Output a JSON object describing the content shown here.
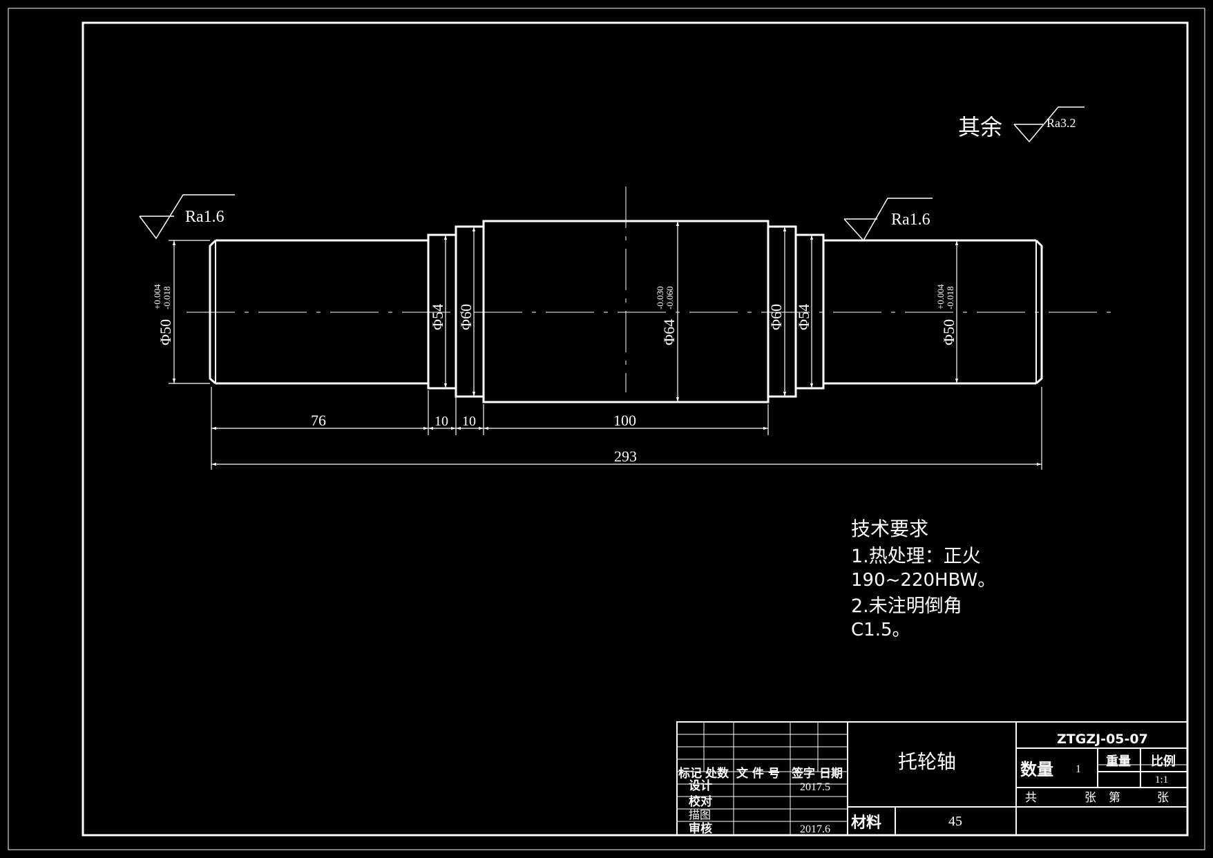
{
  "surface_finish": {
    "general_prefix": "其余",
    "general_value": "Ra3.2",
    "left_value": "Ra1.6",
    "right_value": "Ra1.6"
  },
  "diameters": {
    "left_journal": "Φ50",
    "left_journal_tol_upper": "+0.004",
    "left_journal_tol_lower": "-0.018",
    "left_shoulder": "Φ54",
    "left_collar": "Φ60",
    "center": "Φ64",
    "center_tol_upper": "-0.030",
    "center_tol_lower": "-0.060",
    "right_collar": "Φ60",
    "right_shoulder": "Φ54",
    "right_journal": "Φ50",
    "right_journal_tol_upper": "+0.004",
    "right_journal_tol_lower": "-0.018"
  },
  "lengths": {
    "left_journal": "76",
    "shoulder": "10",
    "collar": "10",
    "center": "100",
    "overall": "293"
  },
  "technical_requirements": {
    "heading": "技术要求",
    "line1": "1.热处理：正火",
    "line2": "190~220HBW。",
    "line3": "2.未注明倒角",
    "line4": "C1.5。"
  },
  "title_block": {
    "drawing_number": "ZTGZJ-05-07",
    "part_name": "托轮轴",
    "header_mark": "标记",
    "header_count": "处数",
    "header_doc": "文 件 号",
    "header_sign": "签字",
    "header_date": "日期",
    "design_label": "设计",
    "design_date": "2017.5",
    "check_label": "校对",
    "trace_label": "描图",
    "review_label": "审核",
    "review_date": "2017.6",
    "quantity_label": "数量",
    "quantity_value": "1",
    "weight_label": "重量",
    "scale_label": "比例",
    "scale_value": "1:1",
    "total_label": "共",
    "sheet_label": "张",
    "page_label": "第",
    "sheet_label_2": "张",
    "material_label": "材料",
    "material_value": "45"
  }
}
